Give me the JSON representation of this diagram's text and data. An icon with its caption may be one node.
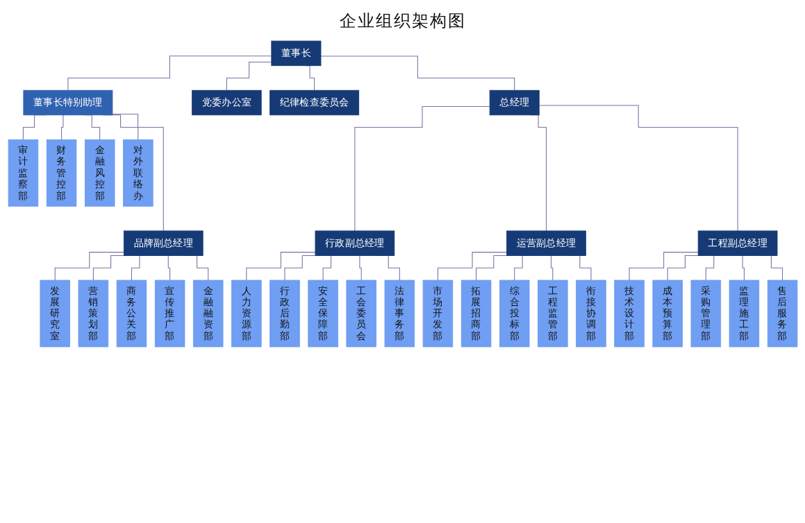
{
  "diagram": {
    "title": "企业组织架构图",
    "nodes": [
      {
        "text": [
          "董事长"
        ]
      },
      {
        "text": [
          "董事长特别助理"
        ]
      },
      {
        "text": [
          "党委办公室"
        ]
      },
      {
        "text": [
          "纪律检查委员会"
        ]
      },
      {
        "text": [
          "总经理"
        ]
      },
      {
        "text": [
          "审计监察部"
        ]
      },
      {
        "text": [
          "财务管控部"
        ]
      },
      {
        "text": [
          "金融风控部"
        ]
      },
      {
        "text": [
          "对外联络办"
        ]
      },
      {
        "text": [
          "行政副总经理"
        ]
      },
      {
        "text": [
          "运营副总经理"
        ]
      },
      {
        "text": [
          "工程副总经理"
        ]
      },
      {
        "text": [
          "品牌副总经理"
        ]
      },
      {
        "text": [
          "人力资源部"
        ]
      },
      {
        "text": [
          "行政后勤部"
        ]
      },
      {
        "text": [
          "安全保障部"
        ]
      },
      {
        "text": [
          "工会委员会"
        ]
      },
      {
        "text": [
          "法律事务部"
        ]
      },
      {
        "text": [
          "市场开发部"
        ]
      },
      {
        "text": [
          "拓展招商部"
        ]
      },
      {
        "text": [
          "综合投标部"
        ]
      },
      {
        "text": [
          "工程监管部"
        ]
      },
      {
        "text": [
          "衔接协调部"
        ]
      },
      {
        "text": [
          "技术设计部"
        ]
      },
      {
        "text": [
          "成本预算部"
        ]
      },
      {
        "text": [
          "采购管理部"
        ]
      },
      {
        "text": [
          "监理施工部"
        ]
      },
      {
        "text": [
          "售后服务部"
        ]
      },
      {
        "text": [
          "发展研究室"
        ]
      },
      {
        "text": [
          "营销策划部"
        ]
      },
      {
        "text": [
          "商务公关部"
        ]
      },
      {
        "text": [
          "宣传推广部"
        ]
      },
      {
        "text": [
          "金融融资部"
        ]
      }
    ],
    "edges": [
      {
        "from": 0,
        "to": 1,
        "arrow": "none"
      },
      {
        "from": 0,
        "to": 2,
        "arrow": "none"
      },
      {
        "from": 0,
        "to": 3,
        "arrow": "none"
      },
      {
        "from": 0,
        "to": 4,
        "arrow": "none"
      },
      {
        "from": 1,
        "to": 5,
        "arrow": "none"
      },
      {
        "from": 1,
        "to": 6,
        "arrow": "none"
      },
      {
        "from": 1,
        "to": 7,
        "arrow": "none"
      },
      {
        "from": 1,
        "to": 8,
        "arrow": "none"
      },
      {
        "from": 1,
        "to": 12,
        "arrow": "none"
      },
      {
        "from": 4,
        "to": 9,
        "arrow": "none"
      },
      {
        "from": 4,
        "to": 10,
        "arrow": "none"
      },
      {
        "from": 4,
        "to": 11,
        "arrow": "none"
      },
      {
        "from": 9,
        "to": 13,
        "arrow": "none"
      },
      {
        "from": 9,
        "to": 14,
        "arrow": "none"
      },
      {
        "from": 9,
        "to": 15,
        "arrow": "none"
      },
      {
        "from": 9,
        "to": 16,
        "arrow": "none"
      },
      {
        "from": 9,
        "to": 17,
        "arrow": "none"
      },
      {
        "from": 10,
        "to": 18,
        "arrow": "none"
      },
      {
        "from": 10,
        "to": 19,
        "arrow": "none"
      },
      {
        "from": 10,
        "to": 20,
        "arrow": "none"
      },
      {
        "from": 10,
        "to": 21,
        "arrow": "none"
      },
      {
        "from": 10,
        "to": 22,
        "arrow": "none"
      },
      {
        "from": 11,
        "to": 23,
        "arrow": "none"
      },
      {
        "from": 11,
        "to": 24,
        "arrow": "none"
      },
      {
        "from": 11,
        "to": 25,
        "arrow": "none"
      },
      {
        "from": 11,
        "to": 26,
        "arrow": "none"
      },
      {
        "from": 11,
        "to": 27,
        "arrow": "none"
      },
      {
        "from": 12,
        "to": 28,
        "arrow": "none"
      },
      {
        "from": 12,
        "to": 29,
        "arrow": "none"
      },
      {
        "from": 12,
        "to": 30,
        "arrow": "none"
      },
      {
        "from": 12,
        "to": 31,
        "arrow": "none"
      },
      {
        "from": 12,
        "to": 32,
        "arrow": "none"
      }
    ]
  }
}
